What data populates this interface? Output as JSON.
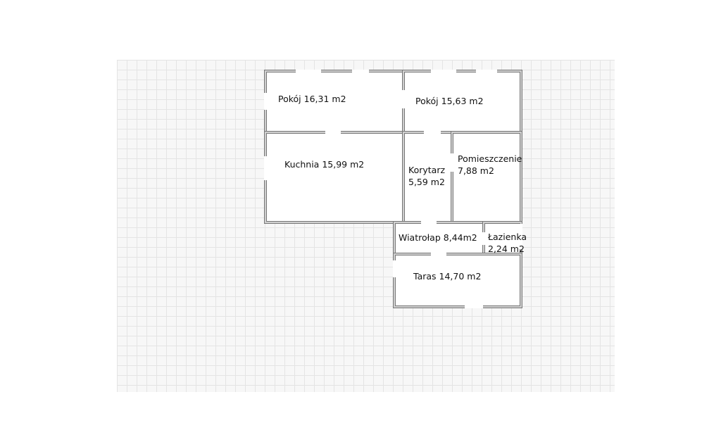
{
  "rooms": {
    "pokoj1": {
      "name": "Pokój",
      "area": "16,31 m2"
    },
    "pokoj2": {
      "name": "Pokój",
      "area": "15,63 m2"
    },
    "kuchnia": {
      "name": "Kuchnia",
      "area": "15,99 m2"
    },
    "korytarz": {
      "name": "Korytarz",
      "area": "5,59 m2"
    },
    "pomieszczenie": {
      "name": "Pomieszczenie",
      "area": "7,88 m2"
    },
    "wiatrolap": {
      "name": "Wiatrołap",
      "area": "8,44m2"
    },
    "lazienka": {
      "name": "Łazienka",
      "area": "2,24 m2"
    },
    "taras": {
      "name": "Taras",
      "area": "14,70 m2"
    }
  },
  "colors": {
    "wall": "#d0d0d0",
    "wall_line": "#777777",
    "grid": "#e4e4e4"
  }
}
